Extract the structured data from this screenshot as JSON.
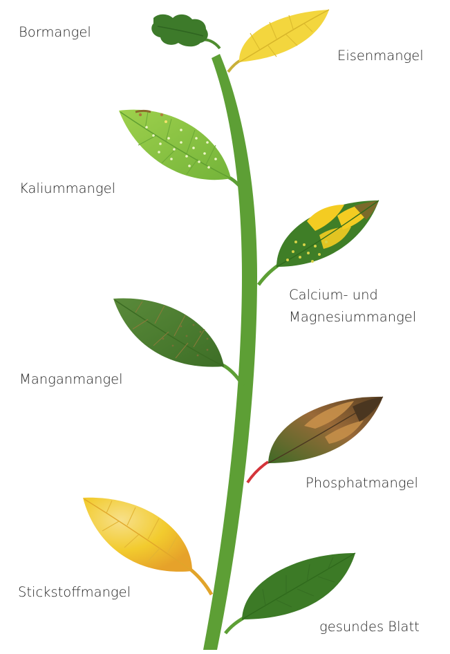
{
  "labels": {
    "bormangel": "Bormangel",
    "eisenmangel": "Eisenmangel",
    "kaliummangel": "Kaliummangel",
    "calcium_line1": "Calcium- und",
    "calcium_line2": "Magnesiummangel",
    "manganmangel": "Manganmangel",
    "phosphatmangel": "Phosphatmangel",
    "stickstoffmangel": "Stickstoffmangel",
    "gesundes_blatt": "gesundes Blatt"
  },
  "colors": {
    "stem": "#5d9f35",
    "stem_shadow": "#4d8a2a",
    "boron": "#3d7a2a",
    "iron": "#f2d33a",
    "potassium": "#8cc442",
    "calcium_magnesium": "#3f7e27",
    "calcium_yellow": "#f4cc22",
    "manganese": "#4e7e30",
    "phosphate": "#7f5a32",
    "phosphate_stem": "#d4343a",
    "nitrogen": "#f2cb2e",
    "healthy": "#3c7a26"
  }
}
